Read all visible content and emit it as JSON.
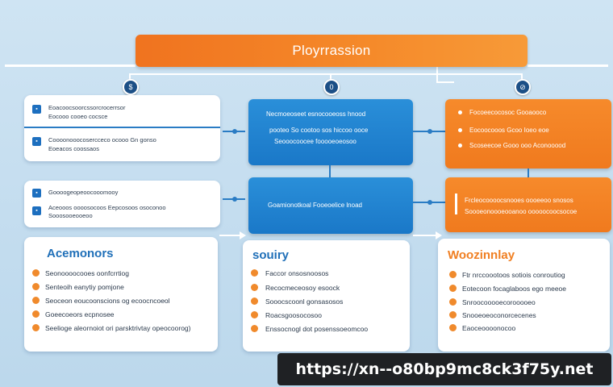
{
  "title": "Ployrrassion",
  "nodes": [
    "$",
    "0",
    "⊘"
  ],
  "left_column": {
    "box1": {
      "lines": [
        "Eoacoocsoorcssorcrocerrsor",
        "Eocooo cooeo cocsce",
        "Coooonooocosercceco ocooo  Gn gonso",
        "Eoeacos coossaos"
      ]
    },
    "box2": {
      "lines": [
        "Goooogeopeoocooomooy",
        "Aceooos oooosocoos  Eepcosoos osoconoo",
        "Sooosooeooeoo"
      ]
    },
    "card": {
      "heading": "Acemonors",
      "items": [
        "Seonoooocooes oonfcrrtiog",
        "Senteoih eanytiy pomjone",
        "Seoceon eoucoonscions og ecoocncoeol",
        "Goeecoeors ecpnosee",
        "Seelioge aleornoiot ori parsktrivtay opeocoorog)"
      ]
    }
  },
  "middle_column": {
    "box1": {
      "lines": [
        "Necmoeoseet esnocooeoss hnood",
        "pooteo So cootoo sos hiccoo ooce",
        "Seooocoocee fooooeoeosoo"
      ]
    },
    "box2": {
      "lines": [
        "Goamionotkoal  Fooeoelice lnoad"
      ]
    },
    "card": {
      "heading": "souiry",
      "items": [
        "Faccor onsosnoosos",
        "Recocmeceosoy esoock",
        "Sooocscoonl gonsasosos",
        "Roacsgoosocosoo",
        "Enssocnogl dot posenssoeomcoo"
      ]
    }
  },
  "right_column": {
    "box1": {
      "lines": [
        "Focoeecocosoc  Gooaooco",
        "Eocoocooos  Gcoo Ioeo eoe",
        "Scoseecoe  Gooo ooo Aconooood"
      ]
    },
    "box2": {
      "lines": [
        "Frcleocoooocsnooes oooeeoo snosos",
        "Soooeonoooeooanoo  ooooocoocsocoe"
      ]
    },
    "card": {
      "heading": "Woozinnlay",
      "items": [
        "Ftr nrccoootoos sotiois conroutiog",
        "Eotecoon focaglaboos ego meeoe",
        "Snroocooooecorooooeo",
        "Snooeoeoconorcecenes",
        "Eaoceoooonocoo"
      ]
    }
  },
  "watermark_url": "https://xn--o80bp9mc8ck3f75y.net",
  "colors": {
    "orange": "#f07a1e",
    "blue": "#1a78c8",
    "background": "#c4ddef"
  }
}
